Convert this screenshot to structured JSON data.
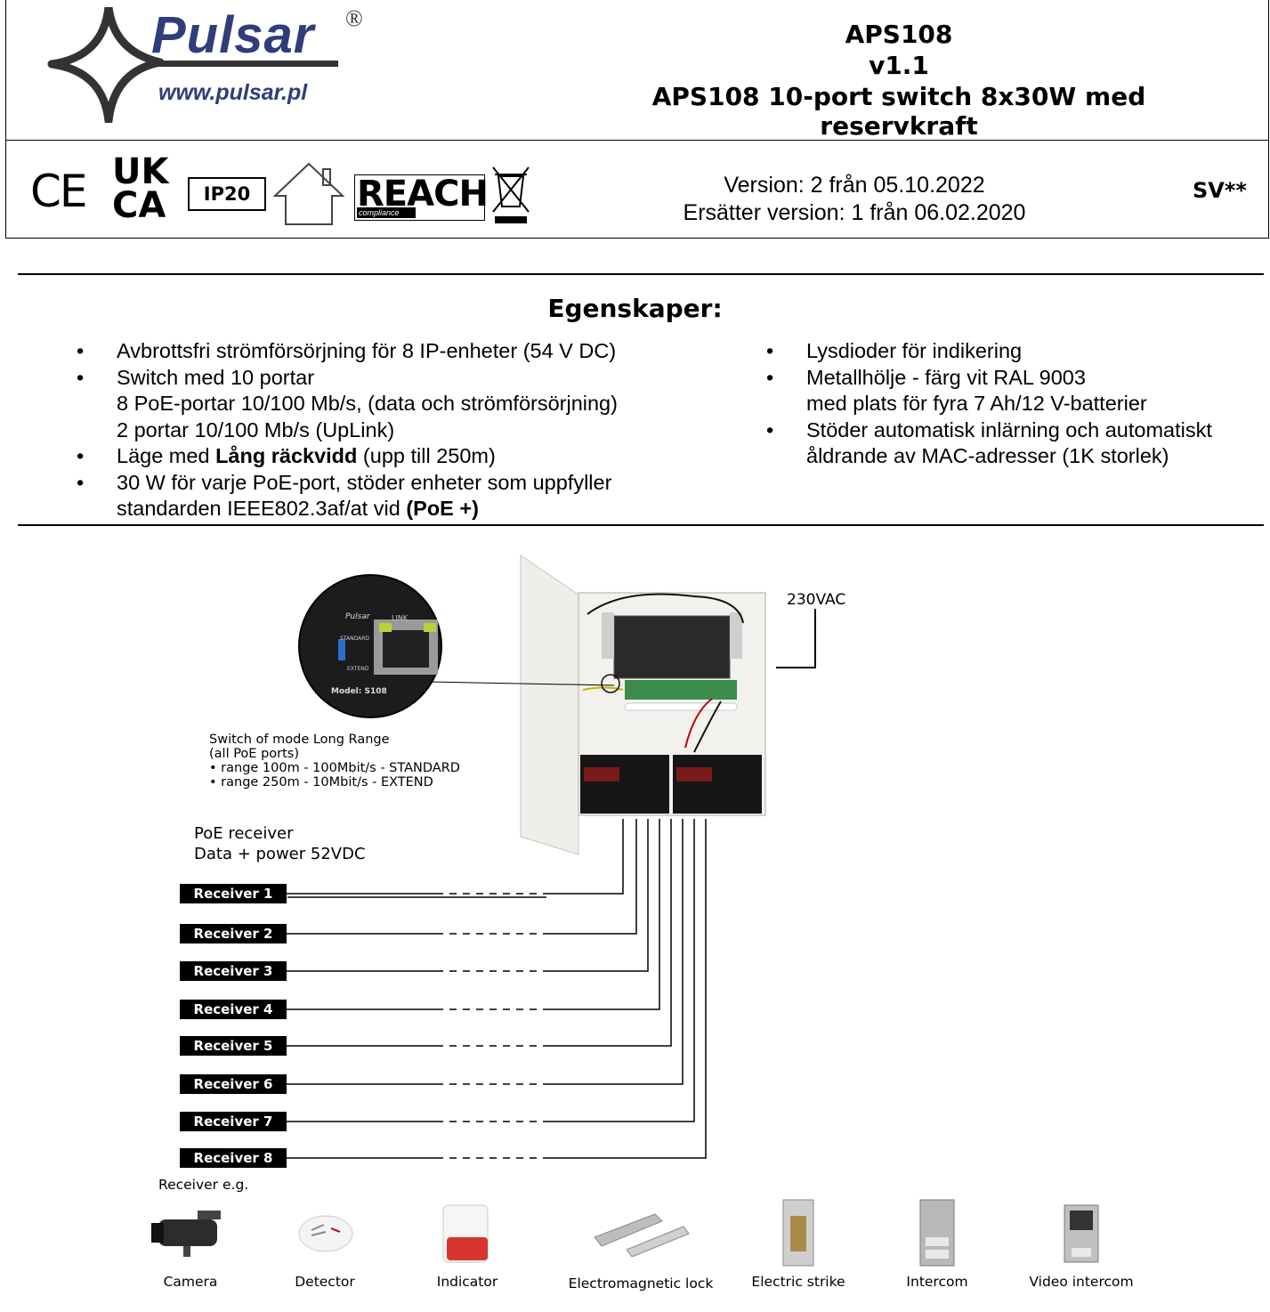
{
  "header": {
    "logo": {
      "brand": "Pulsar",
      "registered": "®",
      "url": "www.pulsar.pl"
    },
    "title_line1": "APS108",
    "title_line2": "v1.1",
    "title_line3": "APS108 10-port switch 8x30W med reservkraft",
    "cert_marks": {
      "ce": "CE",
      "ukca_top": "UK",
      "ukca_bottom": "CA",
      "ip": "IP20",
      "reach": "REACH",
      "reach_sub": "compliance"
    },
    "version": "Version: 2 från 05.10.2022",
    "replaces": "Ersätter version: 1 från 06.02.2020",
    "language": "SV**"
  },
  "features": {
    "title": "Egenskaper:",
    "left": [
      {
        "lines": [
          "Avbrottsfri strömförsörjning för 8 IP-enheter (54 V DC)"
        ]
      },
      {
        "lines": [
          "Switch med 10 portar",
          "8 PoE-portar 10/100 Mb/s, (data och strömförsörjning)",
          "2 portar 10/100 Mb/s (UpLink)"
        ]
      },
      {
        "pre": "Läge med ",
        "bold": "Lång räckvidd",
        "post": " (upp till 250m)"
      },
      {
        "lines": [
          "30 W för varje PoE-port, stöder enheter som uppfyller"
        ],
        "last_pre": "standarden IEEE802.3af/at vid ",
        "last_bold": "(PoE +)"
      }
    ],
    "right": [
      {
        "lines": [
          "Lysdioder för indikering"
        ]
      },
      {
        "lines": [
          "Metallhölje - färg vit RAL 9003",
          "med plats för fyra 7 Ah/12 V-batterier"
        ]
      },
      {
        "lines": [
          "Stöder automatisk inlärning och automatiskt",
          "åldrande av MAC-adresser (1K storlek)"
        ]
      }
    ]
  },
  "diagram": {
    "mains_label": "230VAC",
    "zoom_brand": "Pulsar",
    "zoom_link": "LINK",
    "zoom_standard": "STANDARD",
    "zoom_extend": "EXTEND",
    "zoom_model": "Model: S108",
    "switch_note": [
      "Switch of mode Long Range",
      "(all PoE ports)",
      "• range 100m - 100Mbit/s - STANDARD",
      "• range 250m - 10Mbit/s - EXTEND"
    ],
    "poe_receiver": [
      "PoE receiver",
      "Data + power 52VDC"
    ],
    "receivers": [
      "Receiver 1",
      "Receiver 2",
      "Receiver 3",
      "Receiver 4",
      "Receiver 5",
      "Receiver 6",
      "Receiver 7",
      "Receiver 8"
    ],
    "receiver_eg": "Receiver e.g.",
    "devices": [
      "Camera",
      "Detector",
      "Indicator",
      "Electromagnetic lock",
      "Electric strike",
      "Intercom",
      "Video intercom"
    ]
  }
}
